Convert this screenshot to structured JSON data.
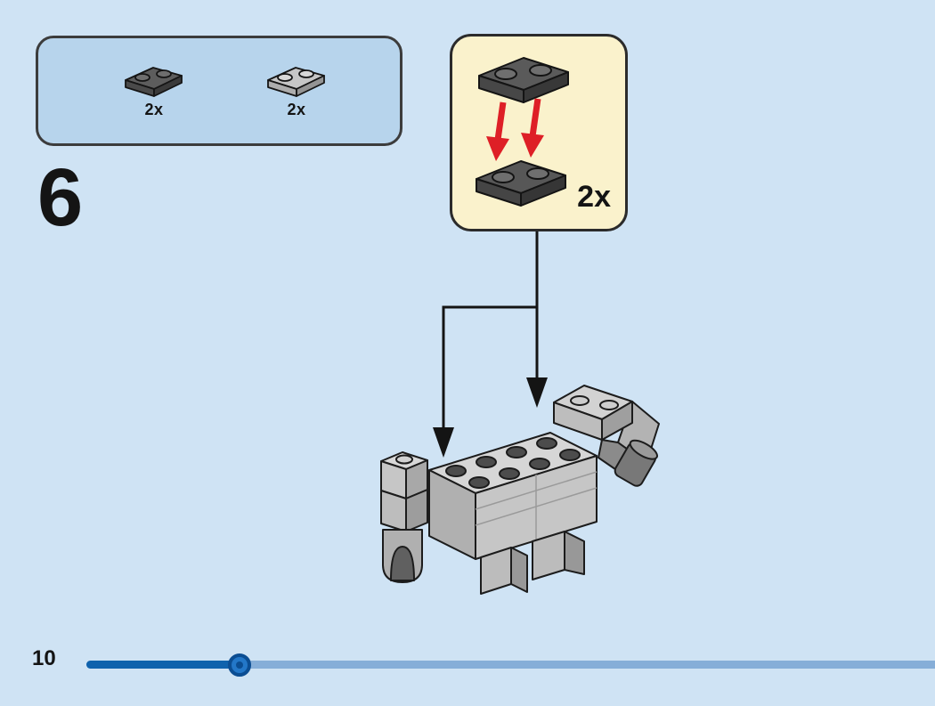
{
  "theme": {
    "bg": "#cfe3f4",
    "ink": "#141414",
    "tray-fill": "#b7d4ec",
    "tray-border": "#3c3c3c",
    "callout-fill": "#faf2cc",
    "callout-border": "#2b2b2b",
    "arrow-red": "#de1f26",
    "track": "#86aed8",
    "progress": "#0f62ad",
    "knob": "#2377c8",
    "knob-ring": "#0b4d92"
  },
  "step": {
    "number": "6"
  },
  "parts_box": {
    "items": [
      {
        "part": "plate-1x2-dark-gray",
        "count": "2x"
      },
      {
        "part": "plate-1x2-light-gray",
        "count": "2x"
      }
    ]
  },
  "callout": {
    "count": "2x"
  },
  "footer": {
    "page_number": "10",
    "progress_fill": "18%",
    "knob_left": "calc(18% - 13px)"
  }
}
